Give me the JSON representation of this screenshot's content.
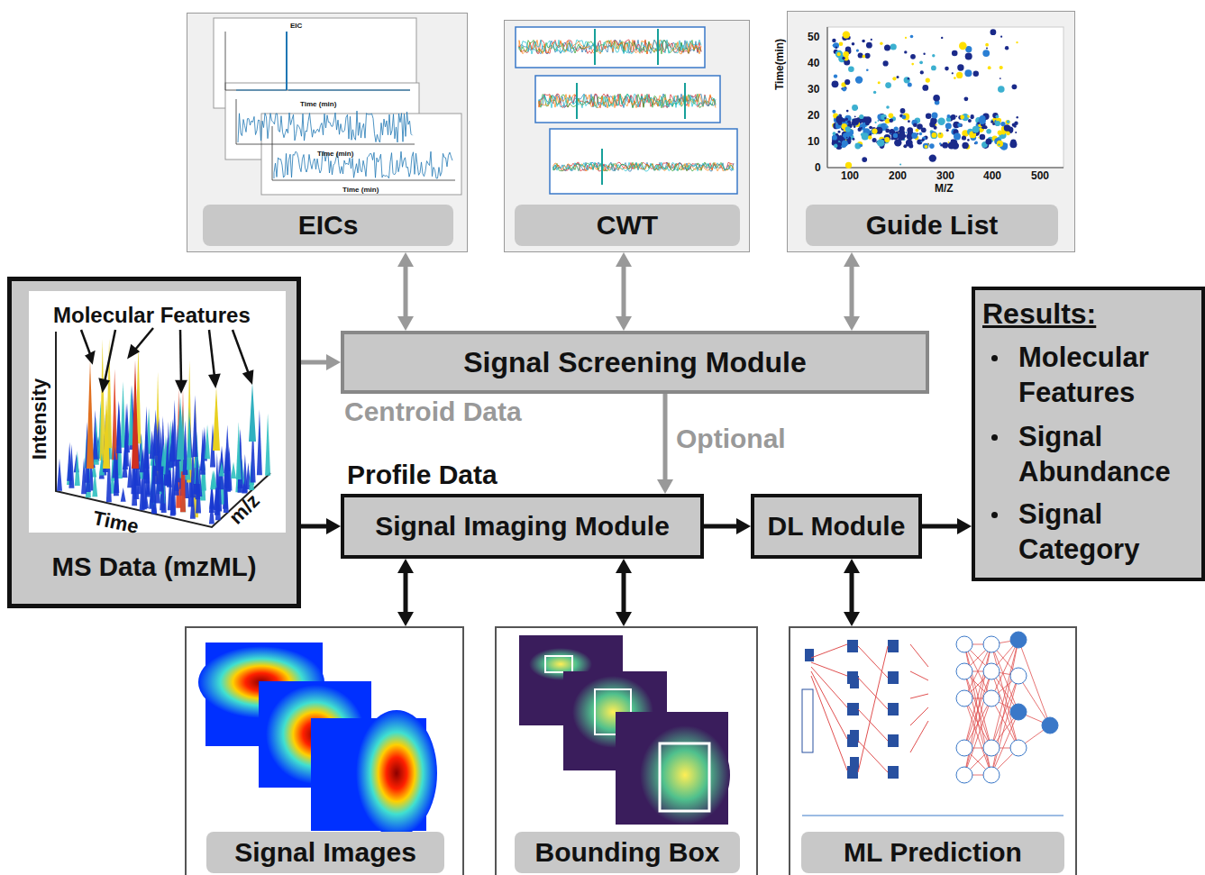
{
  "diagram": {
    "nodes": [
      {
        "text": [
          "EICs"
        ]
      },
      {
        "text": [
          "CWT"
        ]
      },
      {
        "text": [
          "Guide List"
        ]
      },
      {
        "text": [
          "Molecular Features",
          "Intensity",
          "Time",
          "m/z",
          "MS Data (mzML)"
        ]
      },
      {
        "text": [
          "Signal Screening Module"
        ]
      },
      {
        "text": [
          "Signal Imaging Module"
        ]
      },
      {
        "text": [
          "DL Module"
        ]
      },
      {
        "text": [
          "Results:",
          "Molecular Features",
          "Signal Abundance",
          "Signal Category"
        ]
      },
      {
        "text": [
          "Signal Images"
        ]
      },
      {
        "text": [
          "Bounding Box"
        ]
      },
      {
        "text": [
          "ML Prediction"
        ]
      }
    ],
    "edges": [
      {
        "from": 4,
        "to": 0,
        "arrow": "both"
      },
      {
        "from": 4,
        "to": 1,
        "arrow": "both"
      },
      {
        "from": 4,
        "to": 2,
        "arrow": "both"
      },
      {
        "from": 3,
        "to": 4,
        "arrow": "to",
        "label": "Centroid Data"
      },
      {
        "from": 3,
        "to": 5,
        "arrow": "to",
        "label": "Profile Data"
      },
      {
        "from": 4,
        "to": 5,
        "arrow": "to",
        "label": "Optional"
      },
      {
        "from": 5,
        "to": 6,
        "arrow": "to"
      },
      {
        "from": 6,
        "to": 7,
        "arrow": "to"
      },
      {
        "from": 5,
        "to": 8,
        "arrow": "both"
      },
      {
        "from": 5,
        "to": 9,
        "arrow": "both"
      },
      {
        "from": 6,
        "to": 10,
        "arrow": "both"
      }
    ],
    "labels": [
      "EIC",
      "Time (min)",
      "Time (min)",
      "Time (min)",
      "50",
      "40",
      "30",
      "20",
      "10",
      "0",
      "100",
      "200",
      "300",
      "400",
      "500",
      "Time(min)",
      "M/Z"
    ]
  }
}
